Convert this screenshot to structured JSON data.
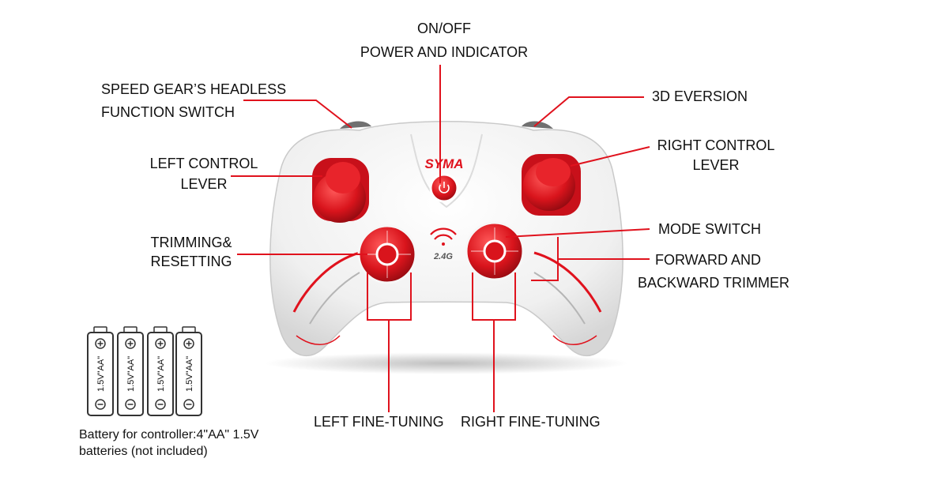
{
  "labels": {
    "onoff": "ON/OFF",
    "power": "POWER AND INDICATOR",
    "speed1": "SPEED GEAR’S HEADLESS",
    "speed2": "FUNCTION SWITCH",
    "eversion": "3D EVERSION",
    "left_lever1": "LEFT CONTROL",
    "left_lever2": "LEVER",
    "right_lever1": "RIGHT CONTROL",
    "right_lever2": "LEVER",
    "trim1": "TRIMMING&",
    "trim2": "RESETTING",
    "mode": "MODE SWITCH",
    "fwd1": "FORWARD AND",
    "fwd2": "BACKWARD TRIMMER",
    "left_fine": "LEFT FINE-TUNING",
    "right_fine": "RIGHT FINE-TUNING"
  },
  "controller": {
    "brand": "SYMA",
    "signal": "2.4G"
  },
  "battery": {
    "cell_label": "1.5V\"AA\"",
    "count": 4,
    "note1": "Battery for controller:4\"AA\" 1.5V",
    "note2": "batteries (not included)"
  },
  "colors": {
    "accent": "#e0121d",
    "body": "#f4f4f4",
    "button_red": "#d9141c"
  }
}
